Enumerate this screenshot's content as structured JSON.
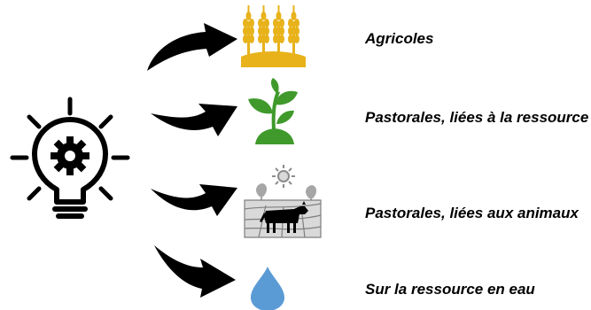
{
  "items": [
    {
      "label": "Agricoles",
      "icon": "wheat-icon",
      "color": "#e8b21b"
    },
    {
      "label": "Pastorales, liées à la ressource",
      "icon": "plant-sprout-icon",
      "color": "#3f9a2b"
    },
    {
      "label": "Pastorales, liées aux animaux",
      "icon": "cow-pasture-icon",
      "color": "#8c8c8c"
    },
    {
      "label": "Sur la ressource en eau",
      "icon": "water-drop-icon",
      "color": "#5b9bd5"
    }
  ],
  "source_icon": "lightbulb-gear-icon",
  "arrow_icon": "curved-arrow-icon"
}
